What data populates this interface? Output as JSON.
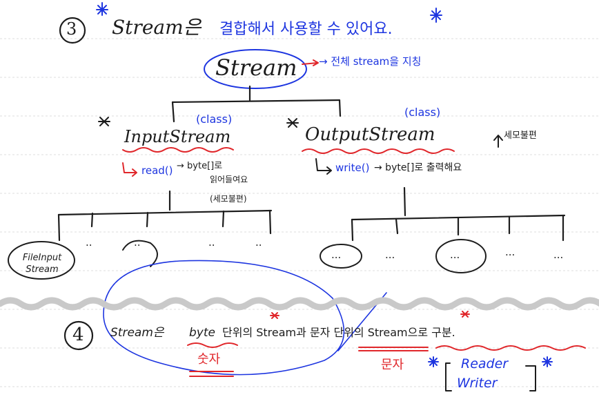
{
  "section3": {
    "number": "3",
    "title_prefix": "Stream은",
    "title_highlight": "결합해서 사용할 수 있어요."
  },
  "root": {
    "label": "Stream",
    "note": "→ 전체 stream을 지칭"
  },
  "input": {
    "class_tag": "(class)",
    "label": "InputStream",
    "method": "read()",
    "note_line1": "→ byte[]로",
    "note_line2": "읽어들여요",
    "note_line3": "(세모불편)",
    "children": [
      "FileInput Stream",
      "..",
      "..",
      "..",
      ".."
    ]
  },
  "output": {
    "class_tag": "(class)",
    "label": "OutputStream",
    "method": "write()",
    "note": "→ byte[]로 출력해요",
    "side_note": "세모불편",
    "children": [
      "...",
      "...",
      "...",
      "...",
      "..."
    ]
  },
  "section4": {
    "number": "4",
    "text_prefix": "Stream은",
    "text_byte": "byte",
    "text_middle": "단위의 Stream과 문자 단위의 Stream으로 구분.",
    "byte_note": "숫자",
    "char_note": "문자",
    "reader": "Reader",
    "writer": "Writer"
  },
  "colors": {
    "ink": "#1c1c1c",
    "blue": "#1d35e0",
    "red": "#e0262a",
    "grid": "#d9d9d9"
  }
}
